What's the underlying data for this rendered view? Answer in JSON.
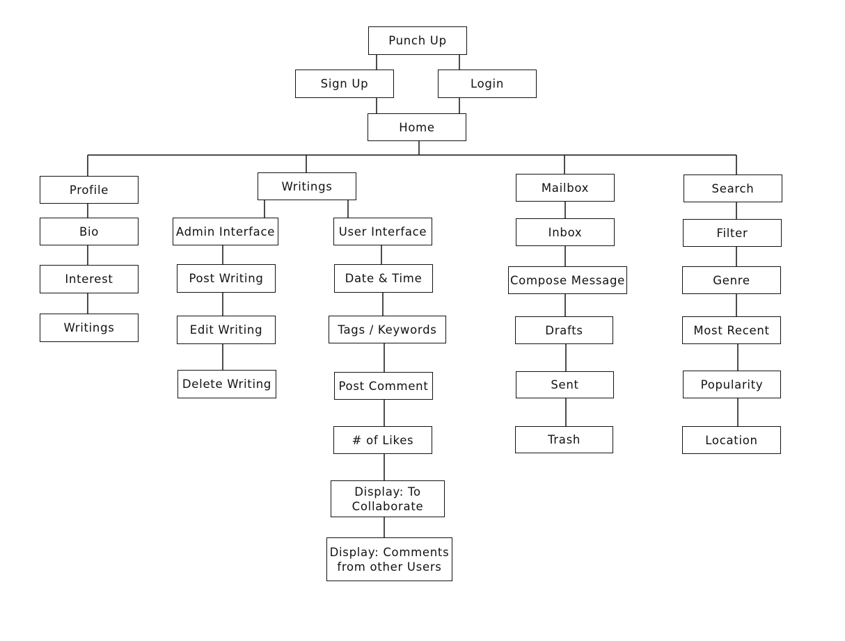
{
  "sitemap": {
    "root": "Punch Up",
    "auth": {
      "signup": "Sign Up",
      "login": "Login"
    },
    "home": "Home",
    "profile": {
      "title": "Profile",
      "bio": "Bio",
      "interest": "Interest",
      "writings": "Writings"
    },
    "writings": {
      "title": "Writings",
      "admin": {
        "title": "Admin Interface",
        "post": "Post Writing",
        "edit": "Edit Writing",
        "delete": "Delete Writing"
      },
      "user": {
        "title": "User Interface",
        "datetime": "Date & Time",
        "tags": "Tags / Keywords",
        "comment": "Post Comment",
        "likes": "# of Likes",
        "collaborate": "Display: To\nCollaborate",
        "comments_other": "Display: Comments\nfrom other Users"
      }
    },
    "mailbox": {
      "title": "Mailbox",
      "inbox": "Inbox",
      "compose": "Compose Message",
      "drafts": "Drafts",
      "sent": "Sent",
      "trash": "Trash"
    },
    "search": {
      "title": "Search",
      "filter": "Filter",
      "genre": "Genre",
      "recent": "Most Recent",
      "popularity": "Popularity",
      "location": "Location"
    }
  }
}
